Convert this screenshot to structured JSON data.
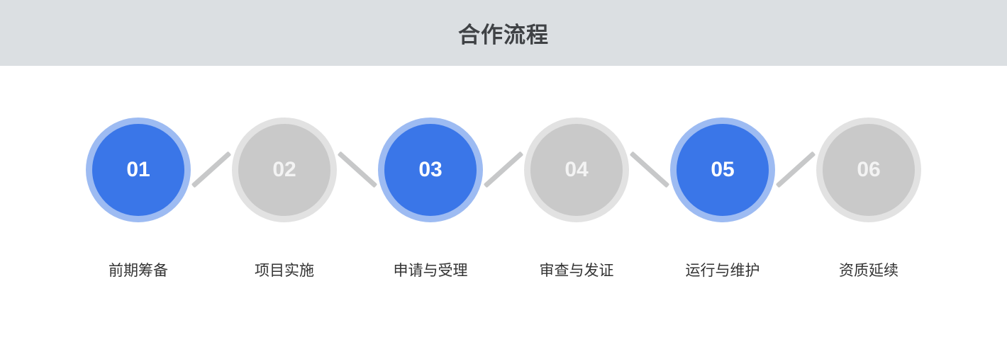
{
  "header": {
    "title": "合作流程"
  },
  "steps": [
    {
      "number": "01",
      "label": "前期筹备",
      "state": "active"
    },
    {
      "number": "02",
      "label": "项目实施",
      "state": "inactive"
    },
    {
      "number": "03",
      "label": "申请与受理",
      "state": "active"
    },
    {
      "number": "04",
      "label": "审查与发证",
      "state": "inactive"
    },
    {
      "number": "05",
      "label": "运行与维护",
      "state": "active"
    },
    {
      "number": "06",
      "label": "资质延续",
      "state": "inactive"
    }
  ],
  "colors": {
    "header_bg": "#dbdfe2",
    "title_text": "#3f4245",
    "active_fill": "#3a76e8",
    "active_ring": "#9dbbf2",
    "inactive_fill": "#c9c9c9",
    "inactive_ring": "#e2e2e2",
    "number_active": "#ffffff",
    "number_inactive": "#f3f3f3",
    "label_text": "#333333",
    "connector": "#c7c8c9"
  }
}
